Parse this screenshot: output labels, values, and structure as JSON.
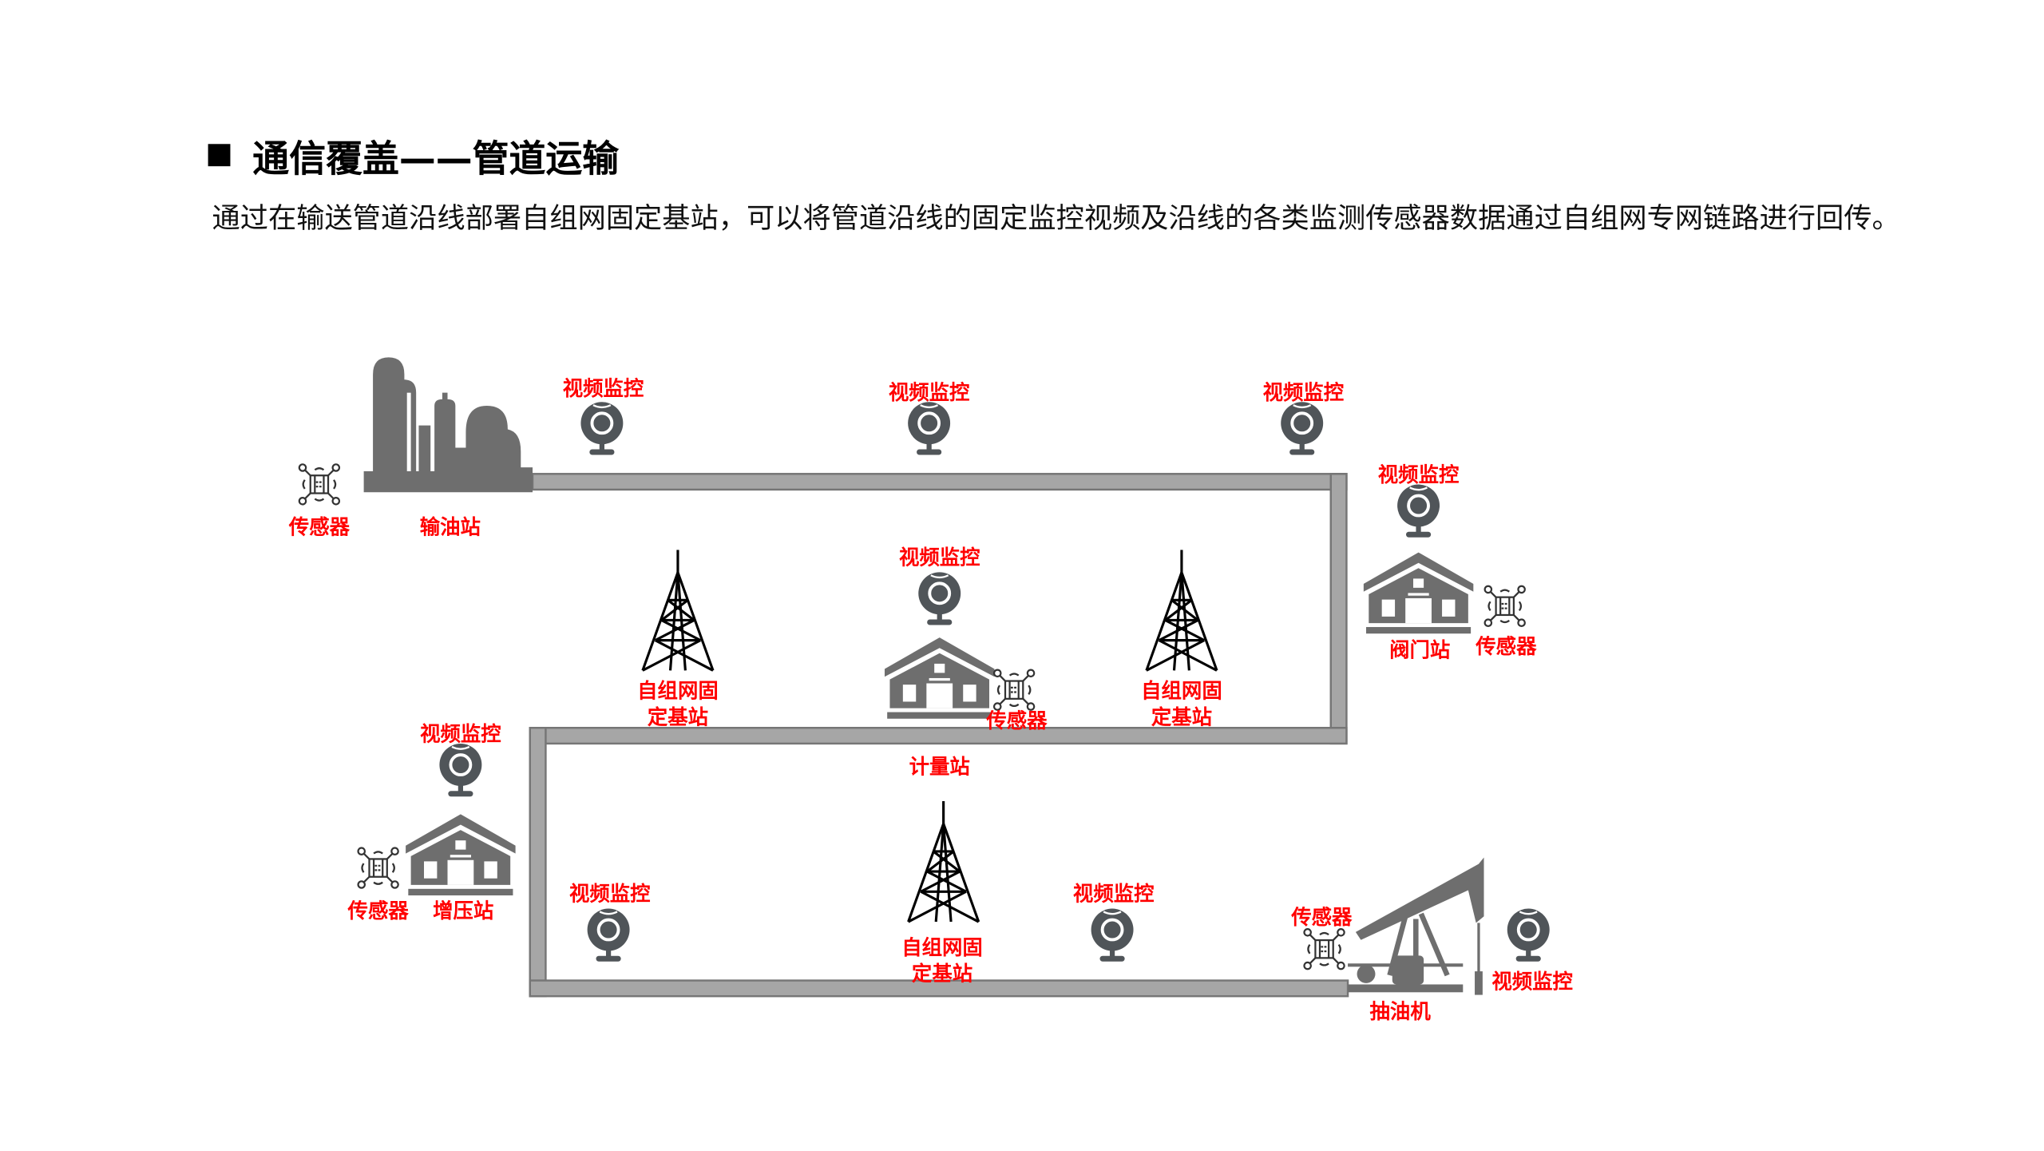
{
  "header": {
    "title": "通信覆盖——管道运输",
    "description": "通过在输送管道沿线部署自组网固定基站，可以将管道沿线的固定监控视频及沿线的各类监测传感器数据通过自组网专网链路进行回传。"
  },
  "diagram": {
    "cameras": [
      {
        "label": "视频监控"
      },
      {
        "label": "视频监控"
      },
      {
        "label": "视频监控"
      },
      {
        "label": "视频监控"
      },
      {
        "label": "视频监控"
      },
      {
        "label": "视频监控"
      },
      {
        "label": "视频监控"
      },
      {
        "label": "视频监控"
      },
      {
        "label": "视频监控"
      }
    ],
    "sensors": [
      {
        "label": "传感器"
      },
      {
        "label": "传感器"
      },
      {
        "label": "传感器"
      },
      {
        "label": "传感器"
      },
      {
        "label": "传感器"
      }
    ],
    "base_stations": [
      {
        "line1": "自组网固",
        "line2": "定基站"
      },
      {
        "line1": "自组网固",
        "line2": "定基站"
      },
      {
        "line1": "自组网固",
        "line2": "定基站"
      }
    ],
    "facilities": {
      "oil_station": "输油站",
      "valve_station": "阀门站",
      "metering_station": "计量站",
      "booster_station": "增压站",
      "pumpjack": "抽油机"
    },
    "colors": {
      "label": "#ff0000",
      "icon": "#6e6e6e",
      "camera": "#505559",
      "pipe": "#a6a6a6"
    }
  }
}
